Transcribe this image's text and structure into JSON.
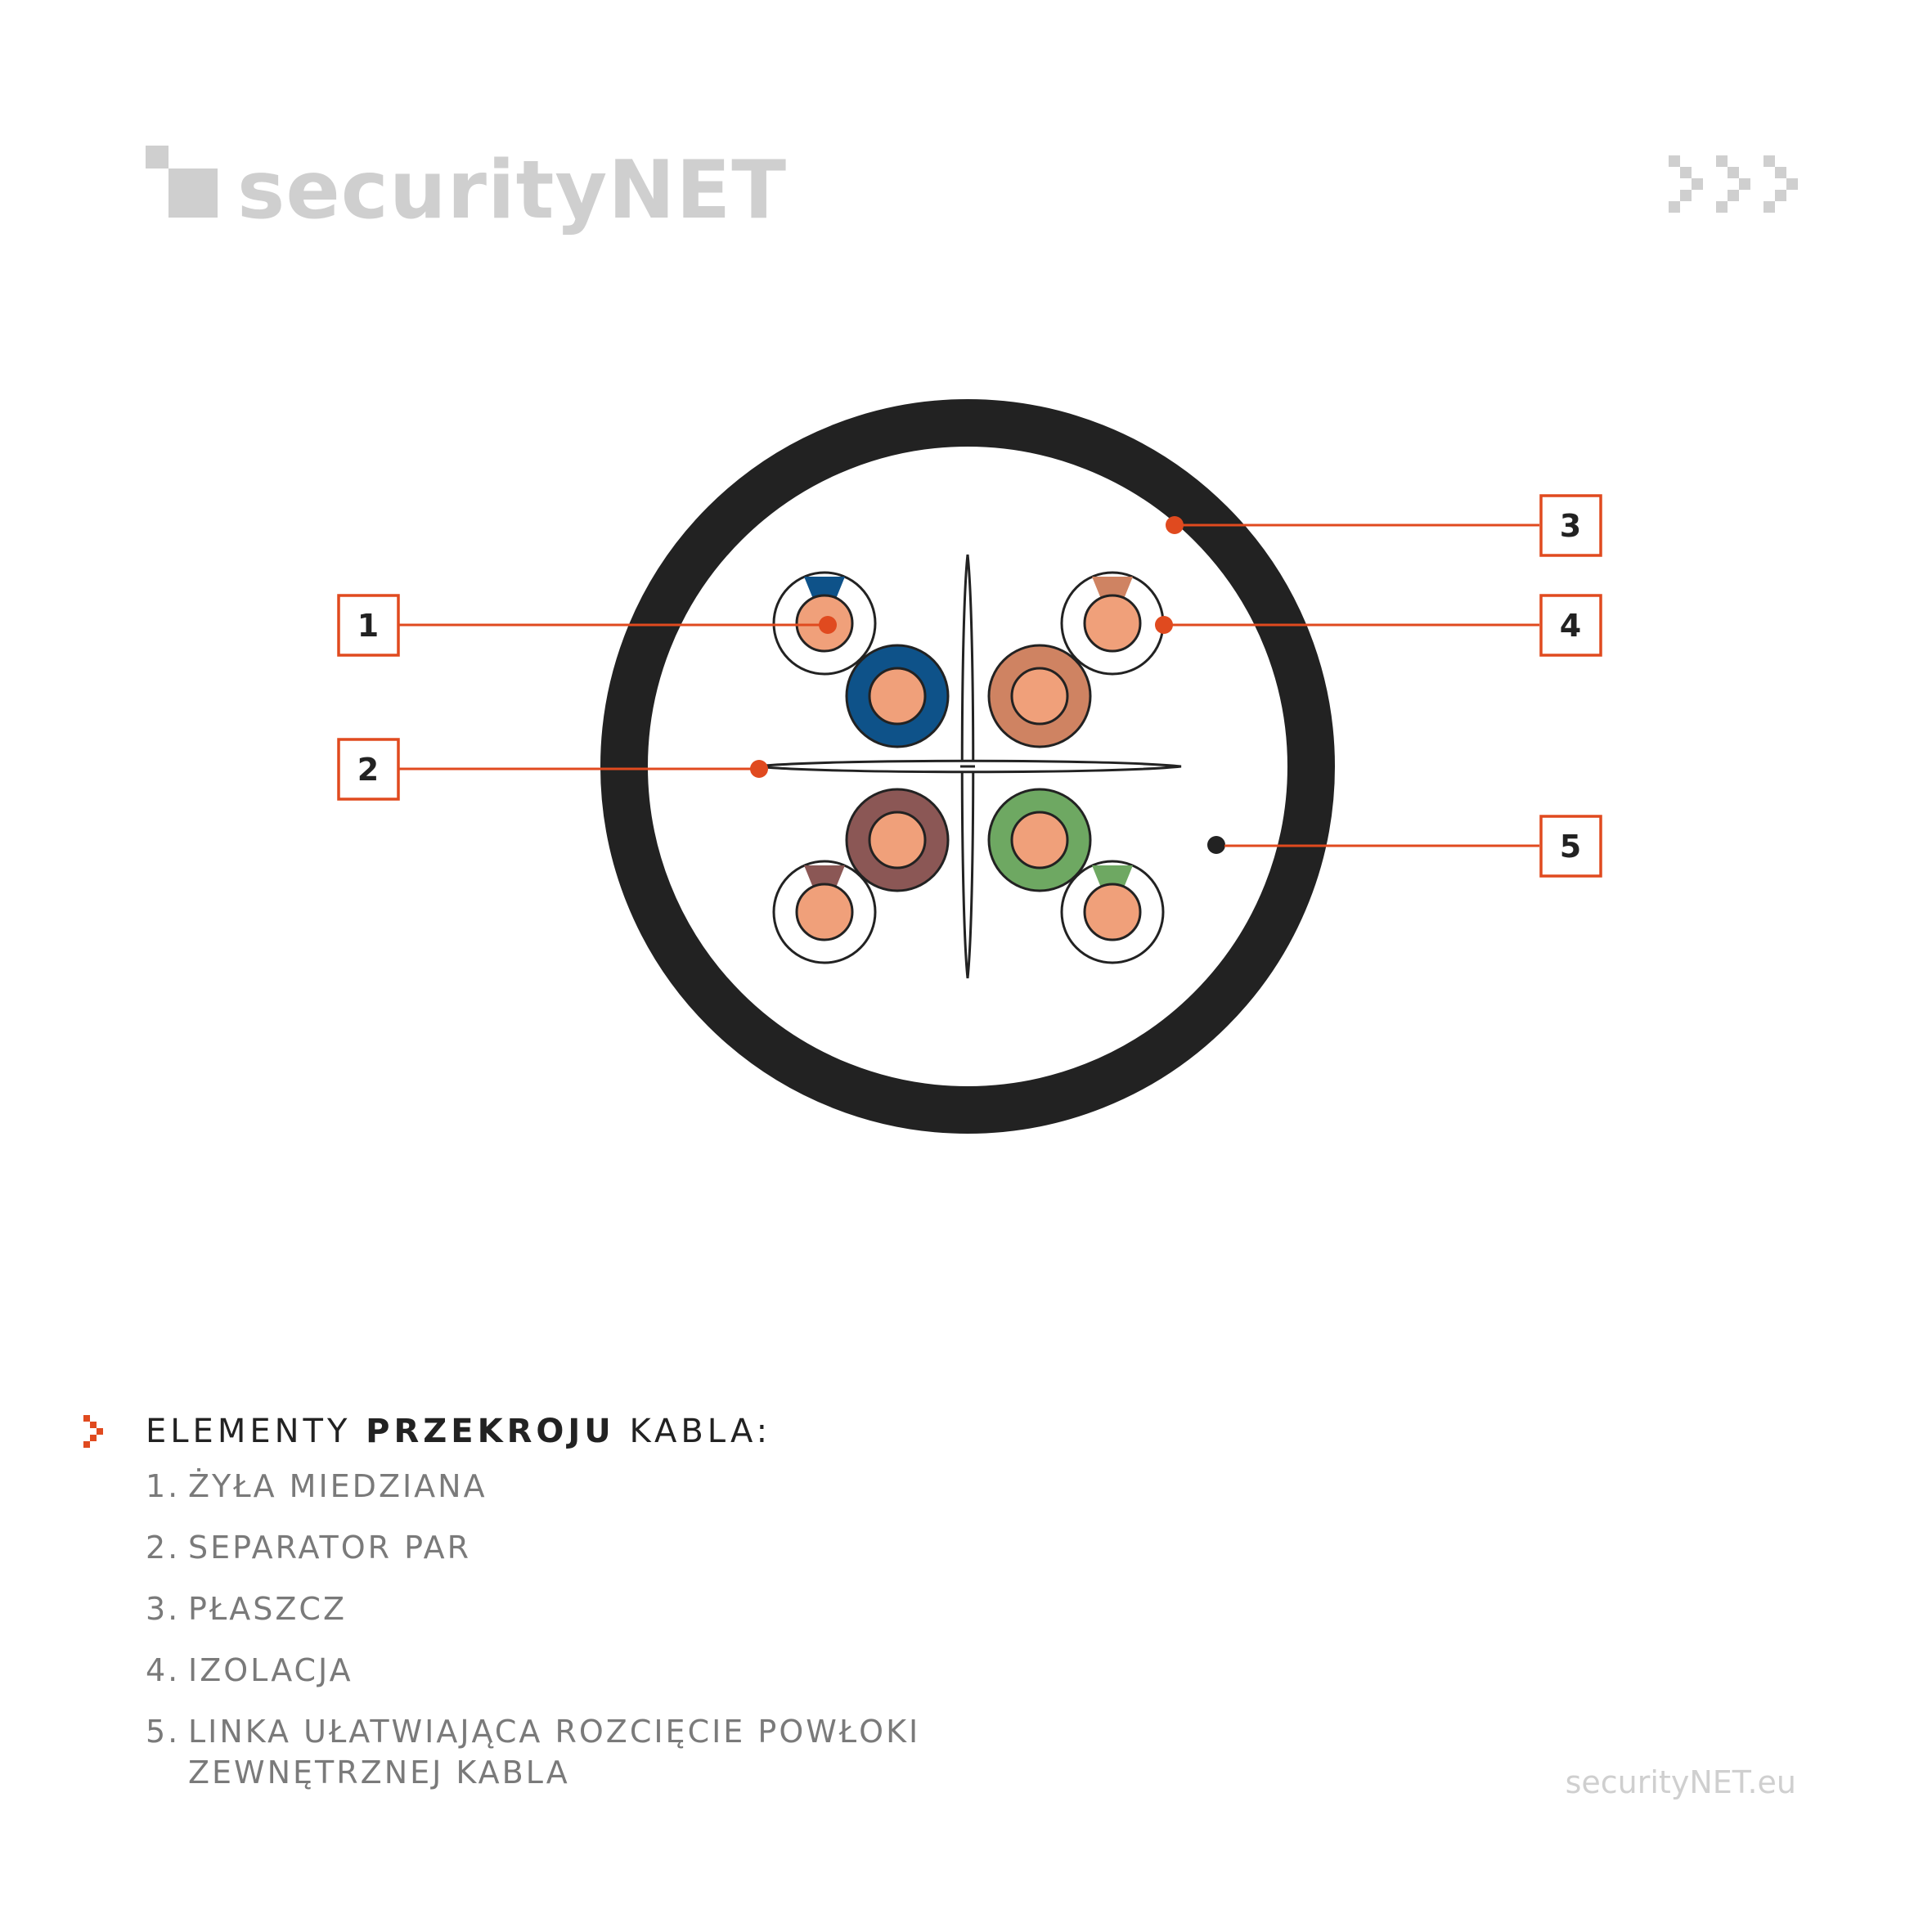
{
  "brand": {
    "logo_text": "securityNET",
    "logo_color": "#cfcfcf",
    "footer_url": "securityNET.eu"
  },
  "colors": {
    "accent": "#e04a1f",
    "jacket": "#222222",
    "copper": "#f0a07a",
    "blue": "#0e5289",
    "orange": "#cf8362",
    "brown": "#8b5755",
    "green": "#6ea862"
  },
  "diagram": {
    "callouts": [
      "1",
      "2",
      "3",
      "4",
      "5"
    ]
  },
  "legend": {
    "title_prefix": "ELEMENTY ",
    "title_bold": "PRZEKROJU",
    "title_suffix": " KABLA:",
    "items": [
      {
        "num": "1.",
        "text": "ŻYŁA MIEDZIANA"
      },
      {
        "num": "2.",
        "text": "SEPARATOR PAR"
      },
      {
        "num": "3.",
        "text": "PŁASZCZ"
      },
      {
        "num": "4.",
        "text": "IZOLACJA"
      },
      {
        "num": "5.",
        "text": "LINKA UŁATWIAJĄCA ROZCIĘCIE POWŁOKI",
        "cont": "ZEWNĘTRZNEJ KABLA"
      }
    ]
  }
}
